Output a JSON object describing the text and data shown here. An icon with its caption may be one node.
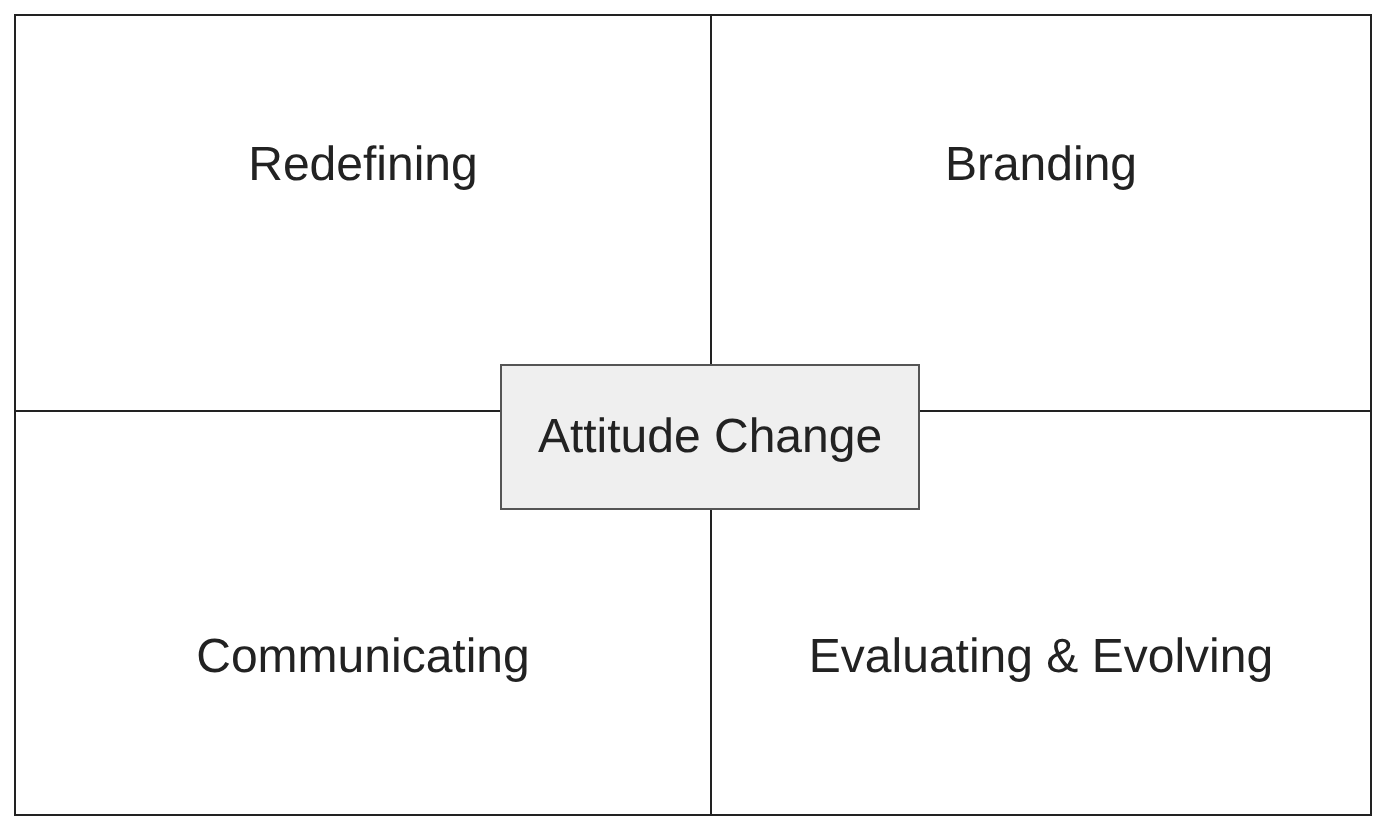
{
  "diagram": {
    "nodes": [
      {
        "text": [
          "Redefining"
        ]
      },
      {
        "text": [
          "Branding"
        ]
      },
      {
        "text": [
          "Attitude Change"
        ]
      },
      {
        "text": [
          "Communicating"
        ]
      },
      {
        "text": [
          "Evaluating & Evolving"
        ]
      }
    ]
  }
}
